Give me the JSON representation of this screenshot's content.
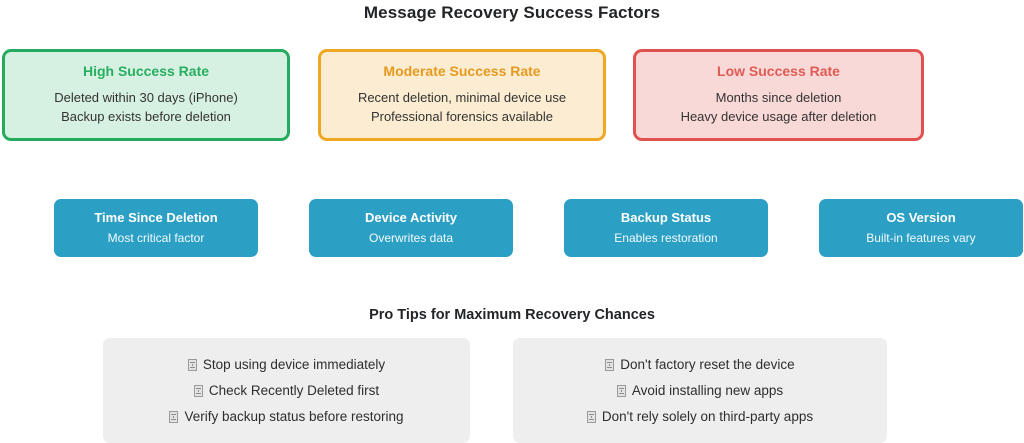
{
  "page": {
    "title": "Message Recovery Success Factors",
    "background": "#ffffff"
  },
  "success_rates": {
    "cards": [
      {
        "id": "high-success-rate",
        "title": "High Success Rate",
        "title_color": "#27ae60",
        "border_color": "#24ab5f",
        "background_color": "#d6f1e1",
        "lines": [
          "Deleted within 30 days (iPhone)",
          "Backup exists before deletion"
        ]
      },
      {
        "id": "moderate-success-rate",
        "title": "Moderate Success Rate",
        "title_color": "#e59a1e",
        "border_color": "#eda722",
        "background_color": "#fcedd2",
        "lines": [
          "Recent deletion, minimal device use",
          "Professional forensics available"
        ]
      },
      {
        "id": "low-success-rate",
        "title": "Low Success Rate",
        "title_color": "#e05b54",
        "border_color": "#e0524f",
        "background_color": "#f9d9d7",
        "lines": [
          "Months since deletion",
          "Heavy device usage after deletion"
        ]
      }
    ]
  },
  "factors": {
    "accent_color": "#2c9fc5",
    "cards": [
      {
        "id": "time-since-deletion",
        "title": "Time Since Deletion",
        "subtitle": "Most critical factor"
      },
      {
        "id": "device-activity",
        "title": "Device Activity",
        "subtitle": "Overwrites data"
      },
      {
        "id": "backup-status",
        "title": "Backup Status",
        "subtitle": "Enables restoration"
      },
      {
        "id": "os-version",
        "title": "OS Version",
        "subtitle": "Built-in features vary"
      }
    ]
  },
  "pro_tips": {
    "title": "Pro Tips for Maximum Recovery Chances",
    "panel_background": "#eeeeee",
    "bullet_icon": "missing-glyph-tofu-icon",
    "left_panel": [
      "Stop using device immediately",
      "Check Recently Deleted first",
      "Verify backup status before restoring"
    ],
    "right_panel": [
      "Don't factory reset the device",
      "Avoid installing new apps",
      "Don't rely solely on third-party apps"
    ]
  }
}
